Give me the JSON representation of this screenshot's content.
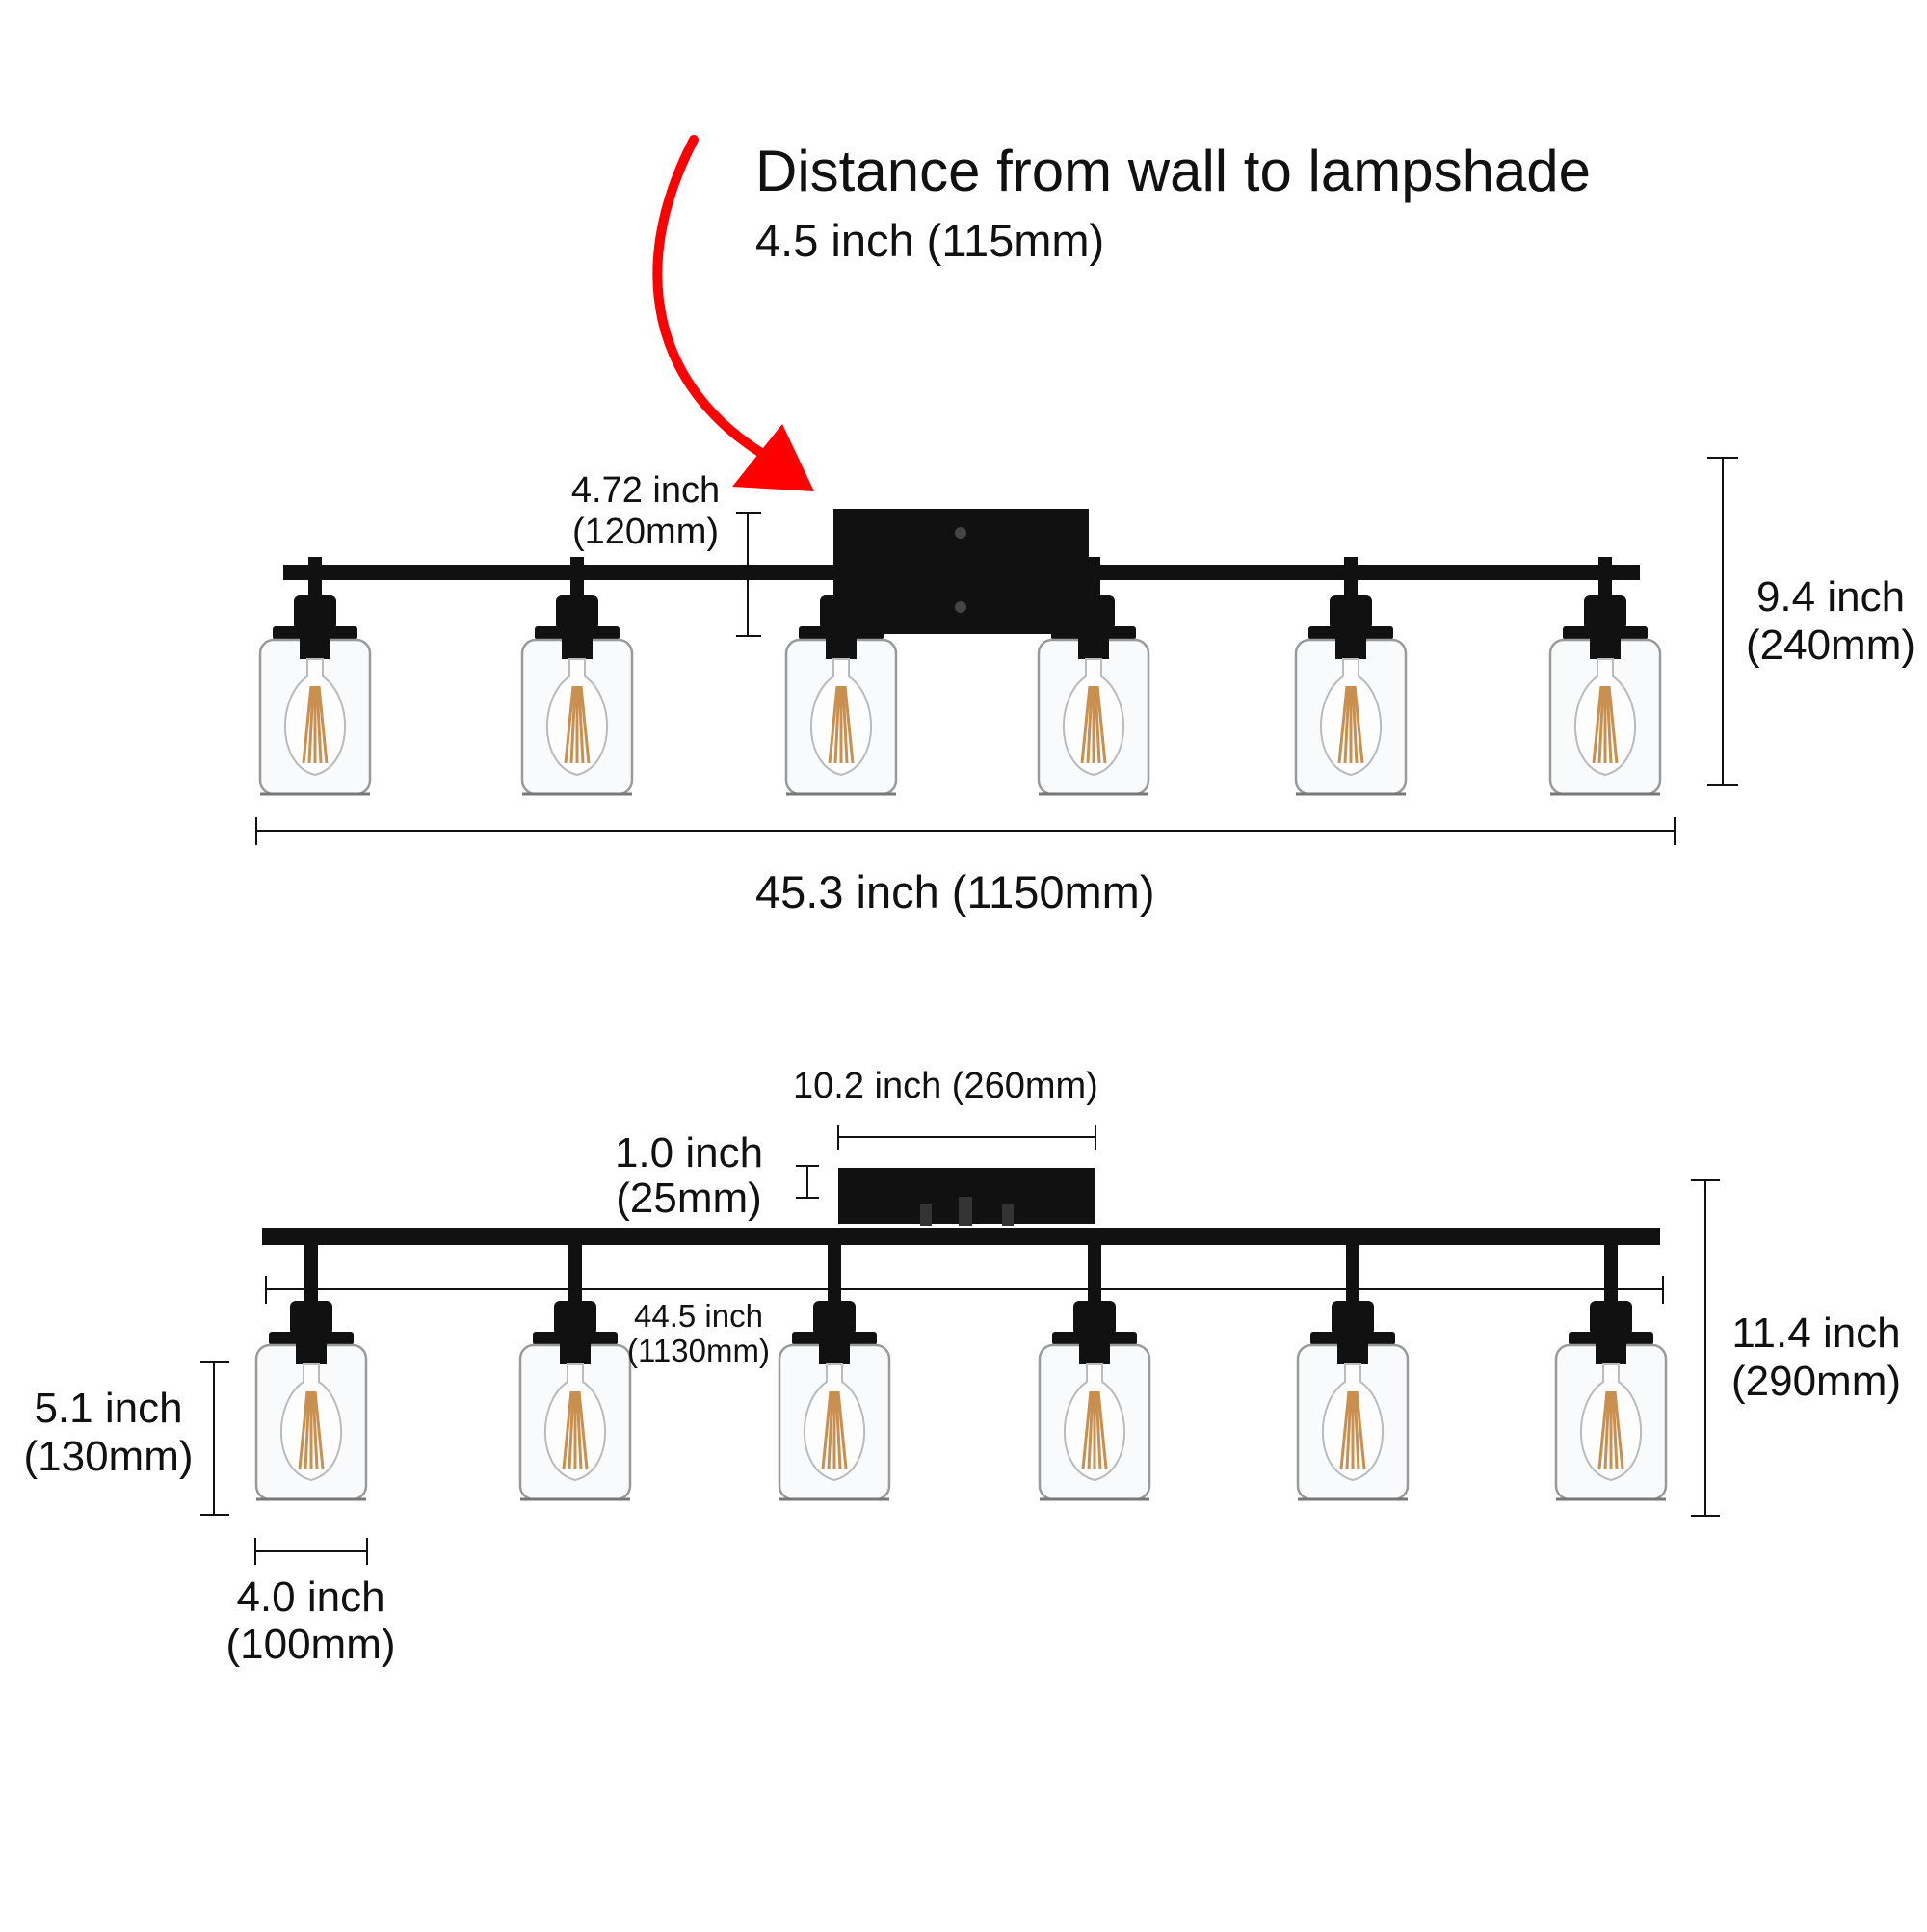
{
  "callout": {
    "title": "Distance from wall to lampshade",
    "value": "4.5 inch (115mm)",
    "arrow_color": "#ff0000"
  },
  "front_view": {
    "bar_to_plate_inch": "4.72 inch",
    "bar_to_plate_mm": "(120mm)",
    "height_inch": "9.4 inch",
    "height_mm": "(240mm)",
    "total_width": "45.3 inch (1150mm)"
  },
  "top_view": {
    "plate_width": "10.2 inch (260mm)",
    "plate_depth_inch": "1.0 inch",
    "plate_depth_mm": "(25mm)",
    "bar_length_inch": "44.5 inch",
    "bar_length_mm": "(1130mm)",
    "height_inch": "11.4 inch",
    "height_mm": "(290mm)",
    "shade_height_inch": "5.1 inch",
    "shade_height_mm": "(130mm)",
    "shade_width_inch": "4.0 inch",
    "shade_width_mm": "(100mm)"
  },
  "colors": {
    "fixture": "#111111",
    "glass_edge": "#9a9a9a",
    "filament": "#c98f4e"
  },
  "light_count": 6
}
